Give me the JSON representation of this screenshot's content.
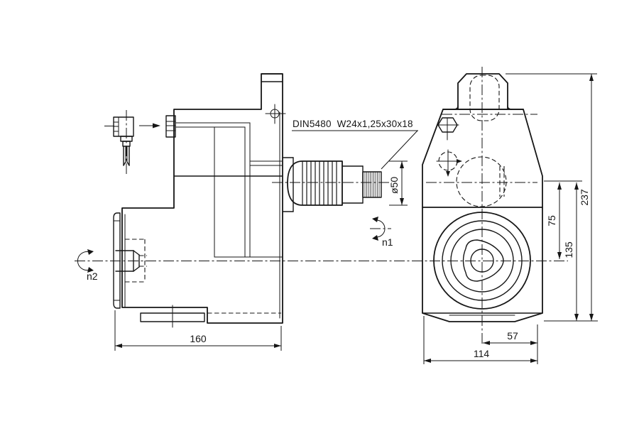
{
  "labels": {
    "spline_spec": "DIN5480  W24x1,25x30x18",
    "shaft_diameter": "ø50",
    "rotation_front": "n1",
    "rotation_rear": "n2"
  },
  "dimensions": {
    "overall_height": "237",
    "center_height": "135",
    "upper_offset": "75",
    "body_length": "160",
    "body_width": "114",
    "center_to_edge": "57"
  },
  "colors": {
    "line": "#161616",
    "background": "#ffffff"
  }
}
